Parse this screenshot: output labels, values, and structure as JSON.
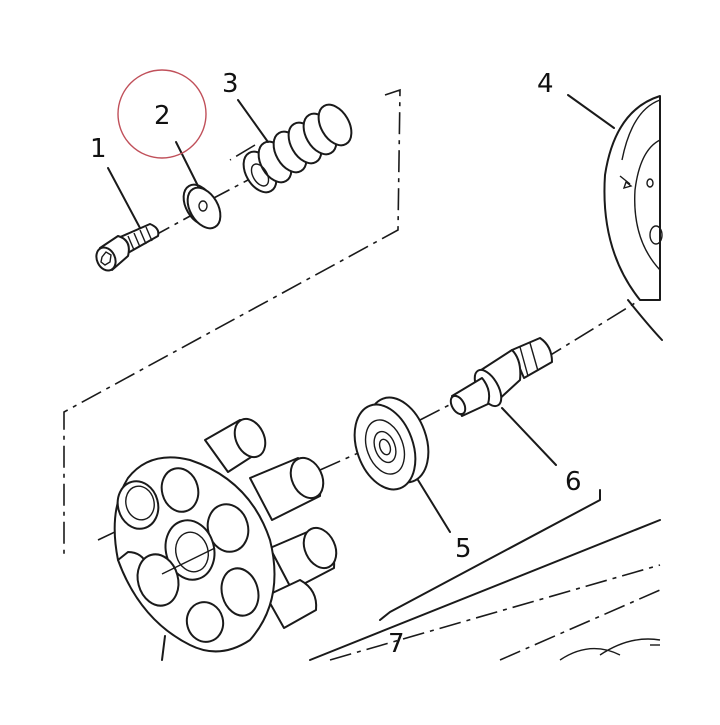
{
  "callouts": [
    {
      "id": "1",
      "label": "1",
      "part": "socket-head-screw"
    },
    {
      "id": "2",
      "label": "2",
      "part": "washer",
      "highlighted": true
    },
    {
      "id": "3",
      "label": "3",
      "part": "spring"
    },
    {
      "id": "4",
      "label": "4",
      "part": "housing"
    },
    {
      "id": "5",
      "label": "5",
      "part": "bearing"
    },
    {
      "id": "6",
      "label": "6",
      "part": "shaft-pin"
    },
    {
      "id": "7",
      "label": "7",
      "part": "piston-block-assembly"
    }
  ],
  "colors": {
    "ink": "#1a1a1a",
    "highlight": "#c0505a",
    "background": "#ffffff"
  }
}
